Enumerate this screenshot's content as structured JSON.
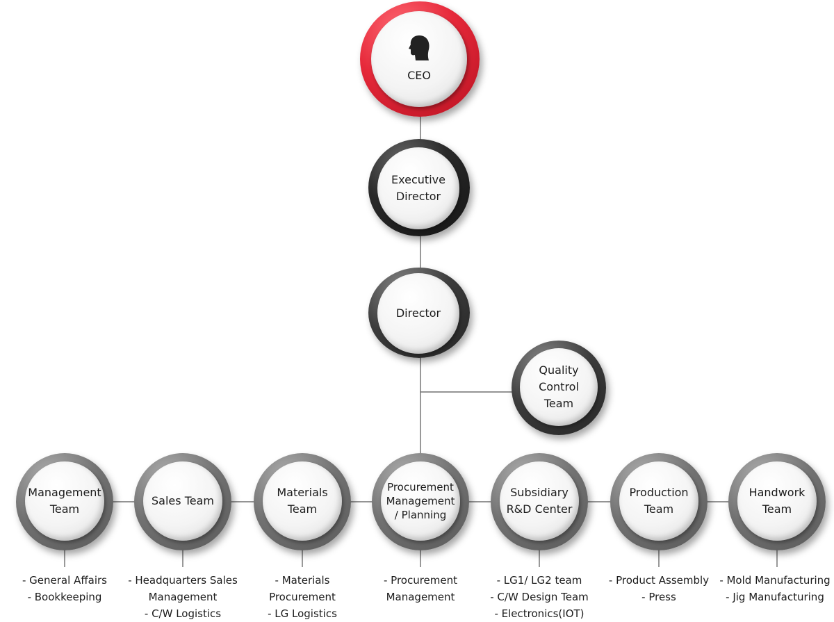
{
  "nodes": {
    "ceo": {
      "label": "CEO",
      "icon": "person-head-icon",
      "ring_color": "#e6293a"
    },
    "executive_director": {
      "label": "Executive\nDirector",
      "ring_color": "#1e1e1e"
    },
    "director": {
      "label": "Director",
      "ring_color": "#333333"
    },
    "quality_control": {
      "label": "Quality\nControl\nTeam",
      "ring_color": "#333333"
    }
  },
  "teams": [
    {
      "label": "Management\nTeam",
      "duties": [
        "- General Affairs",
        "- Bookkeeping"
      ]
    },
    {
      "label": "Sales Team",
      "duties": [
        "- Headquarters Sales",
        "Management",
        "- C/W Logistics"
      ]
    },
    {
      "label": "Materials\nTeam",
      "duties": [
        "- Materials",
        "Procurement",
        "- LG Logistics"
      ]
    },
    {
      "label": "Procurement\nManagement\n/ Planning",
      "duties": [
        "- Procurement",
        "Management"
      ]
    },
    {
      "label": "Subsidiary\nR&D Center",
      "duties": [
        "- LG1/ LG2 team",
        "- C/W Design Team",
        "- Electronics(IOT)"
      ]
    },
    {
      "label": "Production\nTeam",
      "duties": [
        "- Product Assembly",
        "- Press"
      ]
    },
    {
      "label": "Handwork\nTeam",
      "duties": [
        "- Mold Manufacturing",
        "- Jig Manufacturing"
      ]
    }
  ],
  "colors": {
    "connector": "#555555",
    "team_ring": "#727272"
  }
}
